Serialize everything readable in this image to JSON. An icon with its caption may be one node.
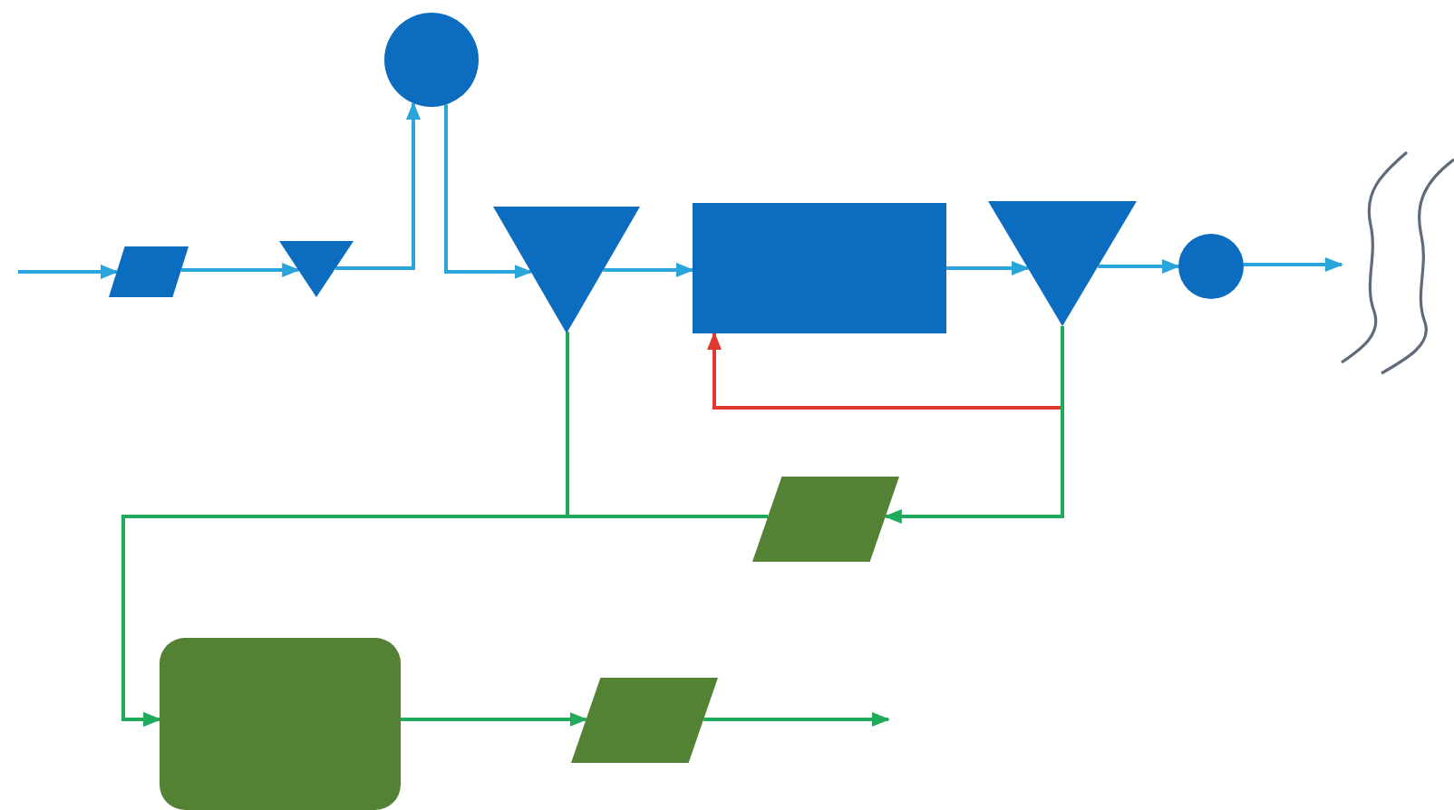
{
  "diagram": {
    "nodes": [
      {
        "text": [],
        "shape": "parallelogram"
      },
      {
        "text": [],
        "shape": "triangle"
      },
      {
        "text": [],
        "shape": "circle"
      },
      {
        "text": [],
        "shape": "triangle"
      },
      {
        "text": [],
        "shape": "box"
      },
      {
        "text": [],
        "shape": "triangle"
      },
      {
        "text": [],
        "shape": "circle"
      },
      {
        "text": [],
        "shape": "waves"
      },
      {
        "text": [],
        "shape": "parallelogram"
      },
      {
        "text": [],
        "shape": "box"
      },
      {
        "text": [],
        "shape": "parallelogram"
      }
    ],
    "edges": [
      {
        "from": null,
        "to": 0,
        "arrow": "to"
      },
      {
        "from": 0,
        "to": 1,
        "arrow": "to"
      },
      {
        "from": 1,
        "to": 2,
        "arrow": "to"
      },
      {
        "from": 2,
        "to": 3,
        "arrow": "to"
      },
      {
        "from": 3,
        "to": 4,
        "arrow": "to"
      },
      {
        "from": 4,
        "to": 5,
        "arrow": "to"
      },
      {
        "from": 5,
        "to": 6,
        "arrow": "to"
      },
      {
        "from": 6,
        "to": 7,
        "arrow": "to"
      },
      {
        "from": 5,
        "to": 4,
        "arrow": "to",
        "color": "#e03a30"
      },
      {
        "from": 5,
        "to": 8,
        "arrow": "to",
        "color": "#1faa5c"
      },
      {
        "from": 3,
        "to": 9,
        "arrow": "to",
        "color": "#1faa5c"
      },
      {
        "from": 8,
        "to": 9,
        "arrow": "to",
        "color": "#1faa5c"
      },
      {
        "from": 9,
        "to": 10,
        "arrow": "to",
        "color": "#1faa5c"
      },
      {
        "from": 10,
        "to": null,
        "arrow": "to",
        "color": "#1faa5c"
      }
    ]
  }
}
